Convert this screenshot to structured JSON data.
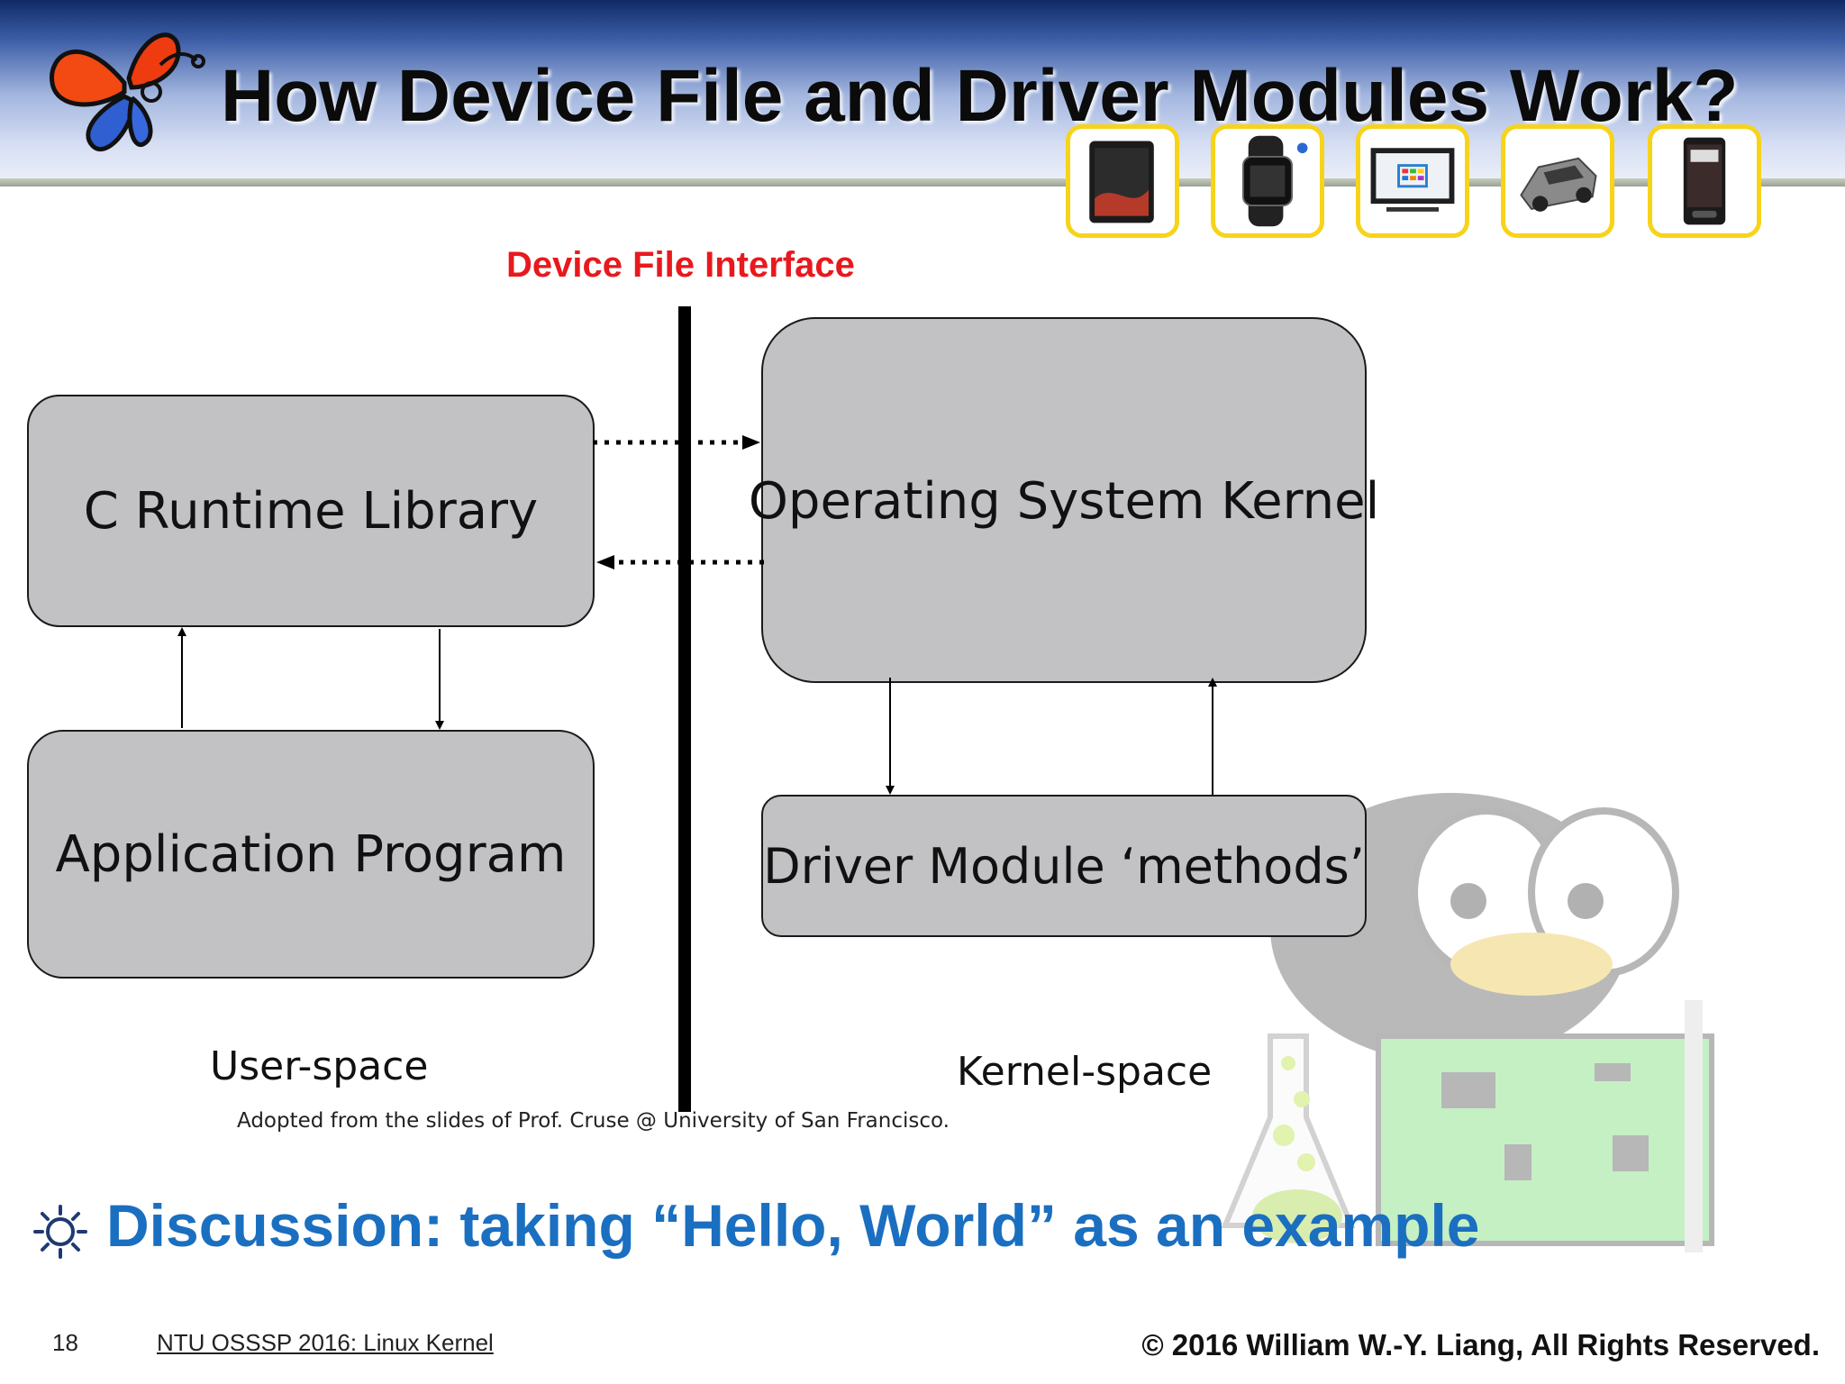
{
  "slide": {
    "title": "How Device File and Driver Modules Work?",
    "page_number": "18",
    "course": "NTU OSSSP 2016: Linux Kernel",
    "copyright": "©  2016  William W.-Y. Liang, All Rights Reserved."
  },
  "devices": [
    {
      "name": "tablet-icon"
    },
    {
      "name": "smartwatch-icon"
    },
    {
      "name": "smart-tv-icon"
    },
    {
      "name": "car-icon"
    },
    {
      "name": "smartphone-icon"
    }
  ],
  "diagram": {
    "interface_label": "Device File Interface",
    "nodes": {
      "c_runtime": "C Runtime Library",
      "app_program": "Application Program",
      "os_kernel": "Operating System Kernel",
      "driver_module": "Driver Module ‘methods’"
    },
    "user_space_label": "User-space",
    "kernel_space_label": "Kernel-space",
    "credit": "Adopted from the slides of Prof. Cruse @ University of San Francisco."
  },
  "discussion": "Discussion: taking “Hello, World” as an example",
  "colors": {
    "box_fill": "#c2c1c4",
    "interface_label": "#e8191e",
    "discussion_text": "#1a6fc0",
    "thumb_border": "#f7d31a"
  }
}
